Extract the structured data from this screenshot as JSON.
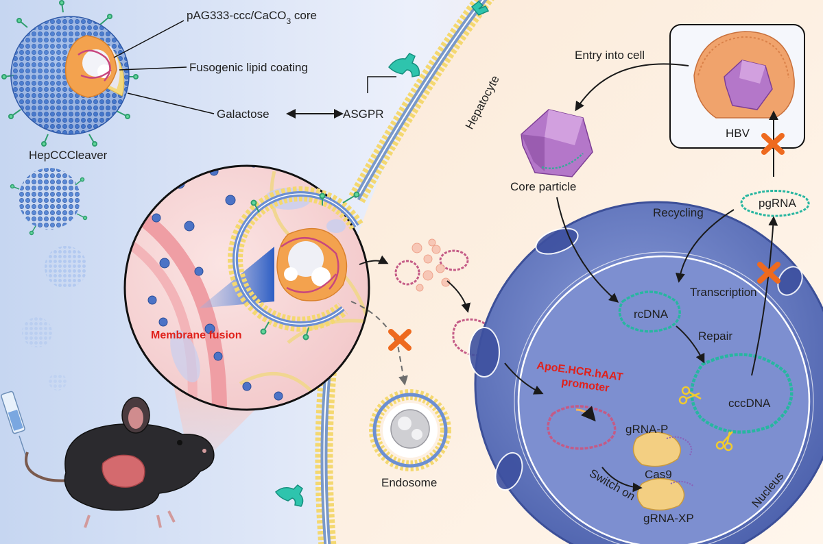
{
  "labels": {
    "core": "pAG333-ccc/CaCO",
    "core_sub": "3",
    "core_suffix": " core",
    "lipid": "Fusogenic lipid coating",
    "galactose": "Galactose",
    "asgpr": "ASGPR",
    "particle_name": "HepCCCleaver",
    "hepatocyte": "Hepatocyte",
    "fusion": "Membrane fusion",
    "endosome": "Endosome",
    "entry": "Entry into cell",
    "hbv": "HBV",
    "core_particle": "Core particle",
    "pgrna": "pgRNA",
    "recycling": "Recycling",
    "transcription": "Transcription",
    "rcdna": "rcDNA",
    "repair": "Repair",
    "cccdna": "cccDNA",
    "promoter_line1": "ApoE.HCR.hAAT",
    "promoter_line2": "promoter",
    "grna_p": "gRNA-P",
    "cas9": "Cas9",
    "grna_xp": "gRNA-XP",
    "switch_on": "Switch on",
    "nucleus": "Nucleus"
  },
  "colors": {
    "nucleus": "#5f74bd",
    "lipid_head": "#f2d46a",
    "blocked_x": "#ee6a1f",
    "dna_teal": "#27b6a0",
    "dna_pink": "#c45a86",
    "accent_red": "#e0211b"
  },
  "icons": [
    "nanoparticle",
    "mouse",
    "liver",
    "syringe",
    "receptor",
    "capsid",
    "scissors",
    "x-mark"
  ]
}
